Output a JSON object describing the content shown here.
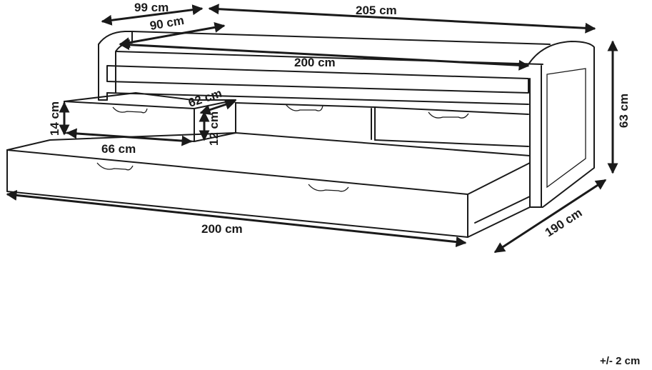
{
  "dimensions": {
    "depth_total": "99 cm",
    "depth_mattress": "90 cm",
    "length_total": "205 cm",
    "length_mattress": "200 cm",
    "height_total": "63 cm",
    "width_base": "190 cm",
    "drawer_depth": "62 cm",
    "drawer_height": "14 cm",
    "drawer_inner_height": "12 cm",
    "drawer_width": "66 cm",
    "trundle_length": "200 cm"
  },
  "tolerance": "+/- 2 cm",
  "colors": {
    "stroke": "#1a1a1a",
    "background": "#ffffff"
  }
}
